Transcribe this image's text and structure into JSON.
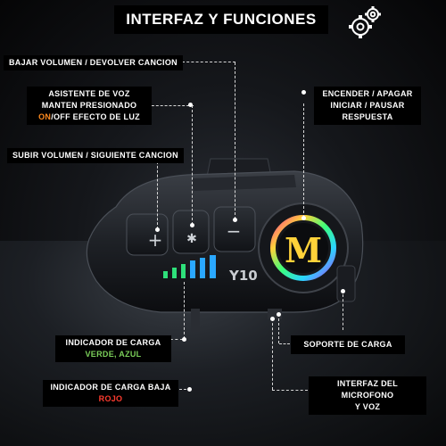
{
  "header": {
    "title": "INTERFAZ Y FUNCIONES",
    "icon": "gears-icon"
  },
  "labels": {
    "bajar": "BAJAR VOLUMEN / DEVOLVER CANCION",
    "asistente_line1": "ASISTENTE DE VOZ",
    "asistente_line2": "MANTEN PRESIONADO",
    "asistente_on": "ON",
    "asistente_rest": "/OFF EFECTO DE LUZ",
    "subir": "SUBIR VOLUMEN / SIGUIENTE CANCION",
    "encender_line1": "ENCENDER / APAGAR",
    "encender_line2": "INICIAR / PAUSAR",
    "encender_line3": "RESPUESTA",
    "carga_line1": "INDICADOR DE CARGA",
    "carga_line2": "VERDE, AZUL",
    "baja_line1": "INDICADOR DE CARGA BAJA",
    "baja_line2": "ROJO",
    "soporte": "SOPORTE DE CARGA",
    "micro_line1": "INTERFAZ DEL MICROFONO",
    "micro_line2": "Y VOZ"
  },
  "device": {
    "model": "Y10",
    "logo_letter": "M",
    "button_symbols": [
      "+",
      "✱",
      "−"
    ]
  },
  "colors": {
    "accent_orange": "#ff8a1e",
    "accent_green": "#7bd05a",
    "accent_red": "#ff3b2f",
    "led_green": "#2ee07a",
    "led_blue": "#2aa8ff"
  }
}
